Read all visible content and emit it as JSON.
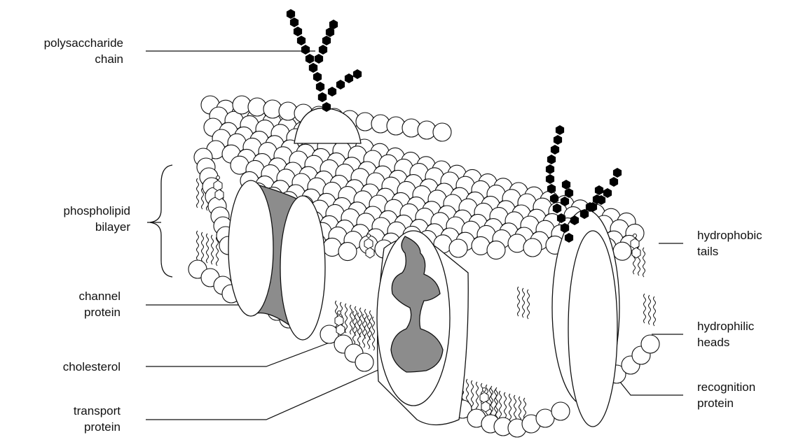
{
  "labels": {
    "polysaccharide_chain": "polysaccharide\nchain",
    "phospholipid_bilayer": "phospholipid\nbilayer",
    "channel_protein": "channel\nprotein",
    "cholesterol": "cholesterol",
    "transport_protein": "transport\nprotein",
    "hydrophobic_tails": "hydrophobic\ntails",
    "hydrophilic_heads": "hydrophilic\nheads",
    "recognition_protein": "recognition\nprotein"
  },
  "colors": {
    "line": "#111111",
    "protein_channel_fill": "#8c8c8c",
    "sugar": "#000000",
    "head_fill": "#ffffff"
  }
}
